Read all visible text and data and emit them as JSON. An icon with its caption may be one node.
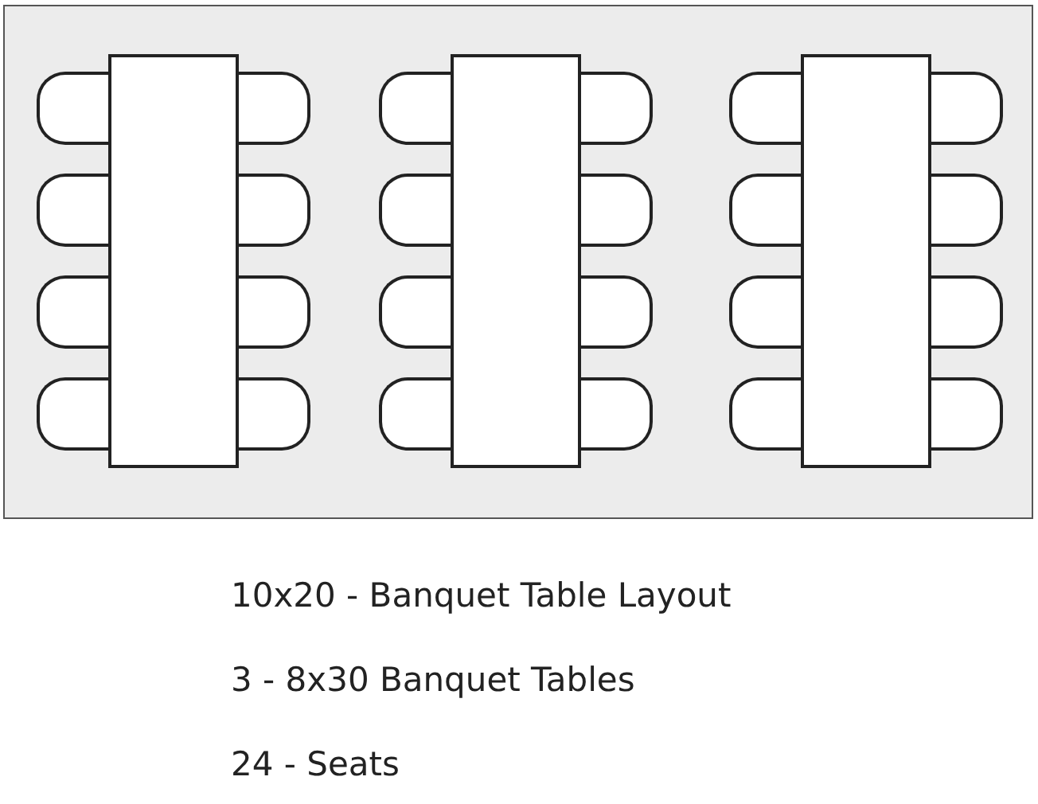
{
  "diagram": {
    "nodes": [
      {
        "text": [],
        "shape": "box"
      },
      {
        "text": [],
        "shape": "box",
        "in": 0
      },
      {
        "text": [],
        "shape": "chair",
        "in": 0
      },
      {
        "text": [],
        "shape": "chair",
        "in": 0
      },
      {
        "text": [],
        "shape": "chair",
        "in": 0
      },
      {
        "text": [],
        "shape": "chair",
        "in": 0
      },
      {
        "text": [],
        "shape": "chair",
        "in": 0
      },
      {
        "text": [],
        "shape": "chair",
        "in": 0
      },
      {
        "text": [],
        "shape": "chair",
        "in": 0
      },
      {
        "text": [],
        "shape": "chair",
        "in": 0
      },
      {
        "text": [],
        "shape": "box",
        "in": 0
      },
      {
        "text": [],
        "shape": "chair",
        "in": 0
      },
      {
        "text": [],
        "shape": "chair",
        "in": 0
      },
      {
        "text": [],
        "shape": "chair",
        "in": 0
      },
      {
        "text": [],
        "shape": "chair",
        "in": 0
      },
      {
        "text": [],
        "shape": "chair",
        "in": 0
      },
      {
        "text": [],
        "shape": "chair",
        "in": 0
      },
      {
        "text": [],
        "shape": "chair",
        "in": 0
      },
      {
        "text": [],
        "shape": "chair",
        "in": 0
      },
      {
        "text": [],
        "shape": "box",
        "in": 0
      },
      {
        "text": [],
        "shape": "chair",
        "in": 0
      },
      {
        "text": [],
        "shape": "chair",
        "in": 0
      },
      {
        "text": [],
        "shape": "chair",
        "in": 0
      },
      {
        "text": [],
        "shape": "chair",
        "in": 0
      },
      {
        "text": [],
        "shape": "chair",
        "in": 0
      },
      {
        "text": [],
        "shape": "chair",
        "in": 0
      },
      {
        "text": [],
        "shape": "chair",
        "in": 0
      },
      {
        "text": [],
        "shape": "chair",
        "in": 0
      }
    ],
    "labels": [
      "10x20 - Banquet Table Layout",
      "3 - 8x30 Banquet Tables",
      "24 - Seats"
    ]
  }
}
